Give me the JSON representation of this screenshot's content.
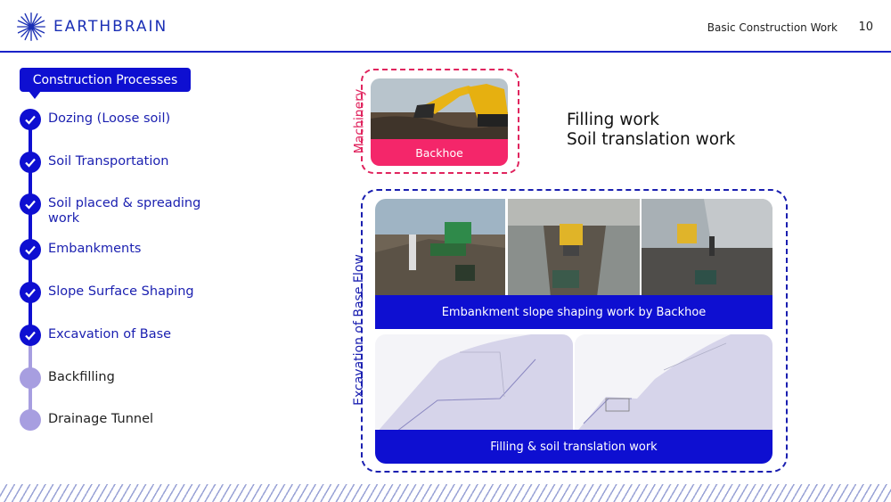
{
  "header": {
    "brand": "EARTHBRAIN",
    "section": "Basic Construction Work",
    "page": "10",
    "brand_color": "#1a2fb5"
  },
  "sidebar": {
    "title": "Construction Processes",
    "steps": [
      {
        "label": "Dozing (Loose soil)",
        "status": "done"
      },
      {
        "label": "Soil Transportation",
        "status": "done"
      },
      {
        "label": "Soil placed & spreading work",
        "status": "done"
      },
      {
        "label": "Embankments",
        "status": "done"
      },
      {
        "label": "Slope Surface Shaping",
        "status": "done"
      },
      {
        "label": "Excavation of Base",
        "status": "done"
      },
      {
        "label": "Backfilling",
        "status": "todo"
      },
      {
        "label": "Drainage Tunnel",
        "status": "todo"
      }
    ],
    "done_color": "#0e0fd1",
    "todo_color": "#a79ee0"
  },
  "machinery": {
    "label": "Machinery",
    "machine": "Backhoe",
    "accent": "#f4266a"
  },
  "works": {
    "line1": "Filling work",
    "line2": "Soil translation work"
  },
  "flow": {
    "label": "Excavation of Base Flow",
    "bar1": "Embankment slope shaping work by Backhoe",
    "bar2": "Filling & soil translation work",
    "accent": "#0e0fd1"
  }
}
